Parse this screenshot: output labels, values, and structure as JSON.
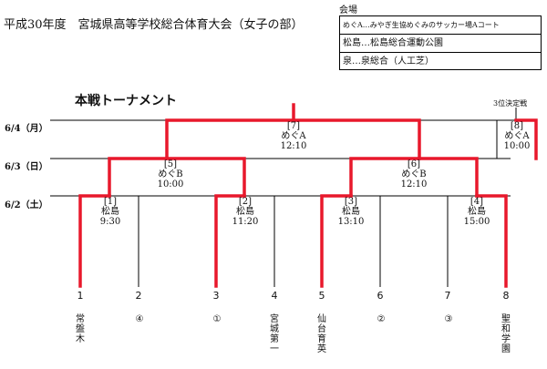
{
  "title": "平成30年度　宮城県高等学校総合体育大会（女子の部）",
  "legend": {
    "heading": "会場",
    "venues": [
      "めぐA…みやぎ生協めぐみのサッカー場Aコート",
      "松島…松島総合運動公園",
      "泉…泉総合（人工芝）"
    ]
  },
  "section_title": "本戦トーナメント",
  "third_place_label": "3位決定戦",
  "dates": [
    "6/4（月）",
    "6/3（日）",
    "6/2（土）"
  ],
  "matches": [
    {
      "no": "[1]",
      "venue": "松島",
      "time": "9:30"
    },
    {
      "no": "[2]",
      "venue": "松島",
      "time": "11:20"
    },
    {
      "no": "[3]",
      "venue": "松島",
      "time": "13:10"
    },
    {
      "no": "[4]",
      "venue": "松島",
      "time": "15:00"
    },
    {
      "no": "[5]",
      "venue": "めぐB",
      "time": "10:00"
    },
    {
      "no": "[6]",
      "venue": "めぐB",
      "time": "12:10"
    },
    {
      "no": "[7]",
      "venue": "めぐA",
      "time": "12:10"
    },
    {
      "no": "[8]",
      "venue": "めぐA",
      "time": "10:00"
    }
  ],
  "slots": [
    {
      "seed": "1",
      "team": "常盤木"
    },
    {
      "seed": "2",
      "team": "④"
    },
    {
      "seed": "3",
      "team": "①"
    },
    {
      "seed": "4",
      "team": "宮城第一"
    },
    {
      "seed": "5",
      "team": "仙台育英"
    },
    {
      "seed": "6",
      "team": "②"
    },
    {
      "seed": "7",
      "team": "③"
    },
    {
      "seed": "8",
      "team": "聖和学園"
    }
  ],
  "colors": {
    "winner_path": "#e8182c",
    "bracket_line": "#000000"
  }
}
